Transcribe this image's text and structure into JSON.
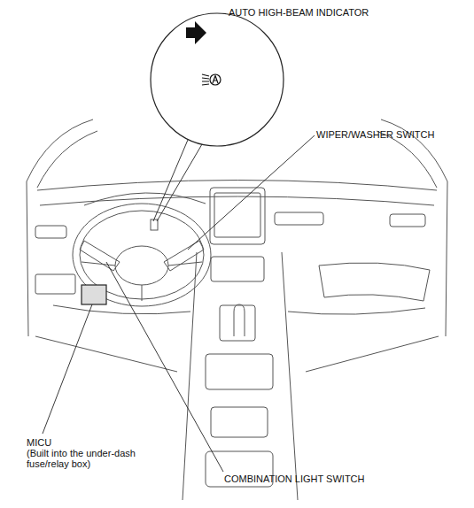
{
  "diagram": {
    "labels": [
      "AUTO HIGH-BEAM INDICATOR",
      "WIPER/WASHER SWITCH",
      "MICU",
      "(Built into the under-dash fuse/relay box)",
      "COMBINATION LIGHT SWITCH"
    ]
  }
}
